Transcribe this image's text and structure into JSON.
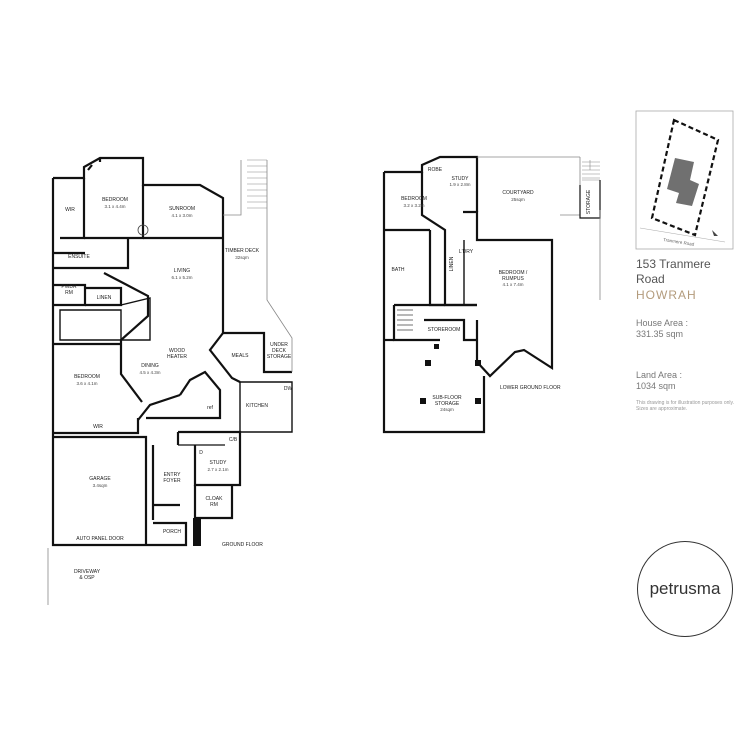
{
  "address": {
    "line1": "153 Tranmere",
    "line2": "Road",
    "suburb": "HOWRAH"
  },
  "house_area": {
    "label": "House Area :",
    "value": "331.35 sqm"
  },
  "land_area": {
    "label": "Land Area :",
    "value": "1034 sqm"
  },
  "disclaimer": "This drawing is for illustration purposes only. Sizes are approximate.",
  "logo_text": "petrusma",
  "site_plan": {
    "road_label": "Tranmere Road"
  },
  "ground_floor": {
    "title": "GROUND FLOOR",
    "rooms": {
      "wir1": "WIR",
      "bedroom1": "BEDROOM",
      "bedroom1_size": "3.1 x 4.4m",
      "sunroom": "SUNROOM",
      "sunroom_size": "4.1 x 3.0m",
      "timber_deck": "TIMBER DECK",
      "timber_deck_size": "32sqm",
      "ensuite": "ENSUITE",
      "living": "LIVING",
      "living_size": "6.1 x 5.2m",
      "pwdr": "PWDR",
      "pwdr2": "RM",
      "linen": "LINEN",
      "wood_heater1": "WOOD",
      "wood_heater2": "HEATER",
      "meals": "MEALS",
      "under_deck1": "UNDER",
      "under_deck2": "DECK",
      "under_deck3": "STORAGE",
      "dining": "DINING",
      "dining_size": "4.5 x 4.3m",
      "bedroom2": "BEDROOM",
      "bedroom2_size": "3.6 x 4.1m",
      "dw": "DW",
      "kitchen": "KITCHEN",
      "ref": "ref",
      "wir2": "WIR",
      "cb": "C/B",
      "d": "D",
      "study": "STUDY",
      "study_size": "2.7 x 2.1m",
      "garage": "GARAGE",
      "garage_size": "3.4sqm",
      "entry1": "ENTRY",
      "entry2": "FOYER",
      "cloak1": "CLOAK",
      "cloak2": "RM",
      "porch": "PORCH",
      "auto_door": "AUTO PANEL DOOR",
      "driveway1": "DRIVEWAY",
      "driveway2": "& OSP"
    }
  },
  "lower_floor": {
    "title": "LOWER GROUND FLOOR",
    "rooms": {
      "robe": "ROBE",
      "study": "STUDY",
      "study_size": "1.9 x 2.8m",
      "courtyard": "COURTYARD",
      "courtyard_size": "25sqm",
      "bedroom": "BEDROOM",
      "bedroom_size": "3.2 x 3.2m",
      "storage": "STORAGE",
      "bath": "BATH",
      "ldry": "L'DRY",
      "linen": "LINEN",
      "rumpus1": "BEDROOM /",
      "rumpus2": "RUMPUS",
      "rumpus_size": "4.1 x 7.4m",
      "storeroom": "STOREROOM",
      "subfloor1": "SUB-FLOOR",
      "subfloor2": "STORAGE",
      "subfloor_size": "24sqm"
    }
  }
}
